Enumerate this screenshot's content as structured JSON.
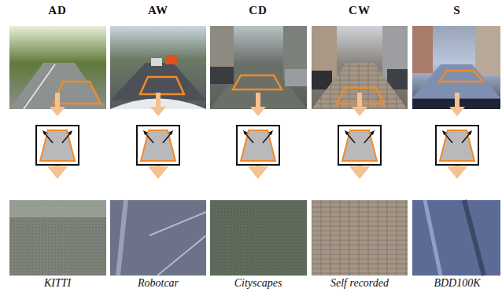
{
  "diagram": {
    "labels": [
      "AD",
      "AW",
      "CD",
      "CW",
      "S",
      "KITTI",
      "Robotcar",
      "Cityscapes",
      "Self recorded",
      "BDD100K"
    ]
  }
}
